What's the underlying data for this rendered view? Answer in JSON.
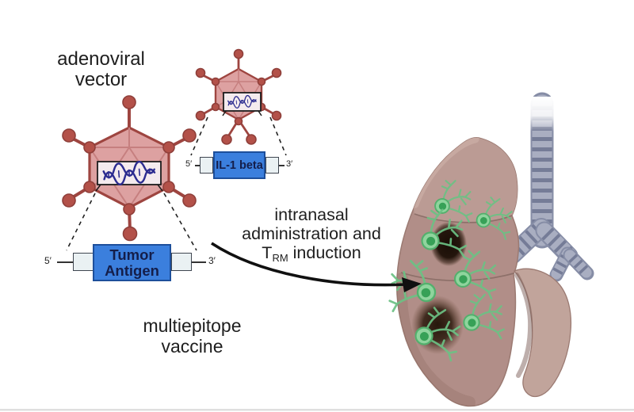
{
  "labels": {
    "adenoviral_vector": {
      "line1": "adenoviral",
      "line2": "vector"
    },
    "multiepitope_vaccine": {
      "line1": "multiepitope",
      "line2": "vaccine"
    },
    "administration": {
      "line1": "intranasal",
      "line2": "administration and",
      "line3_prefix": "T",
      "line3_subscript": "RM",
      "line3_suffix": " induction"
    }
  },
  "constructs": {
    "tumor_antigen": {
      "line1": "Tumor",
      "line2": "Antigen",
      "five_prime": "5′",
      "three_prime": "3′"
    },
    "il1_beta": {
      "label": "IL-1 beta",
      "five_prime": "5′",
      "three_prime": "3′"
    }
  },
  "icons": {
    "adenovirus-large-icon": "hexagonal capsid with fiber knobs (svg shapes)",
    "adenovirus-small-icon": "hexagonal capsid with fiber knobs (svg shapes)",
    "dna-helix-icon": "double wavy strand with rungs (svg paths)",
    "lung-icon": "lung lobes blob (svg path)",
    "trachea-icon": "segmented ringed tube with bronchi (svg dashed tube)",
    "trm-cell-icon": "green branched tissue-resident memory T cell (svg)",
    "tumor-icon": "dark blurred ellipse (svg radial gradient)",
    "curved-arrow-icon": "black curved arrow pointing into lung (svg)"
  },
  "colors": {
    "text": "#1e1e1e",
    "virus-capsid": "#dda1a1",
    "virus-facet": "#c67f7f",
    "virus-outline": "#9e4540",
    "virus-knob": "#b35149",
    "virus-knob-outline": "#8f3f3a",
    "dna-box-fill": "#f4ebee",
    "dna-stroke": "#2c2c90",
    "gene-box": "#3b7fdd",
    "gene-box-border": "#1d4f9b",
    "gene-text": "#141e4a",
    "flank-fill": "#eaf1f3",
    "flank-border": "#3f4650",
    "dash": "#222222",
    "arrow": "#101010",
    "lung-main": "#b18e88",
    "lung-upper": "#bb9b94",
    "lung-outline": "#9b7a72",
    "lung-highlight": "#ccafa6",
    "lung-shadow": "#8c685f",
    "flap-fill": "#c1a49b",
    "crease": "#7d605a",
    "fissure": "#8a6d66",
    "trachea-base": "#a9aec1",
    "trachea-ring": "#757c97",
    "trachea-edge": "#868da6",
    "cell-body": "#8fd49d",
    "cell-border": "#53b06d",
    "cell-nucleus": "#37a157",
    "dendrite": "#6cc184",
    "bottom-border": "#d9d9d9"
  }
}
